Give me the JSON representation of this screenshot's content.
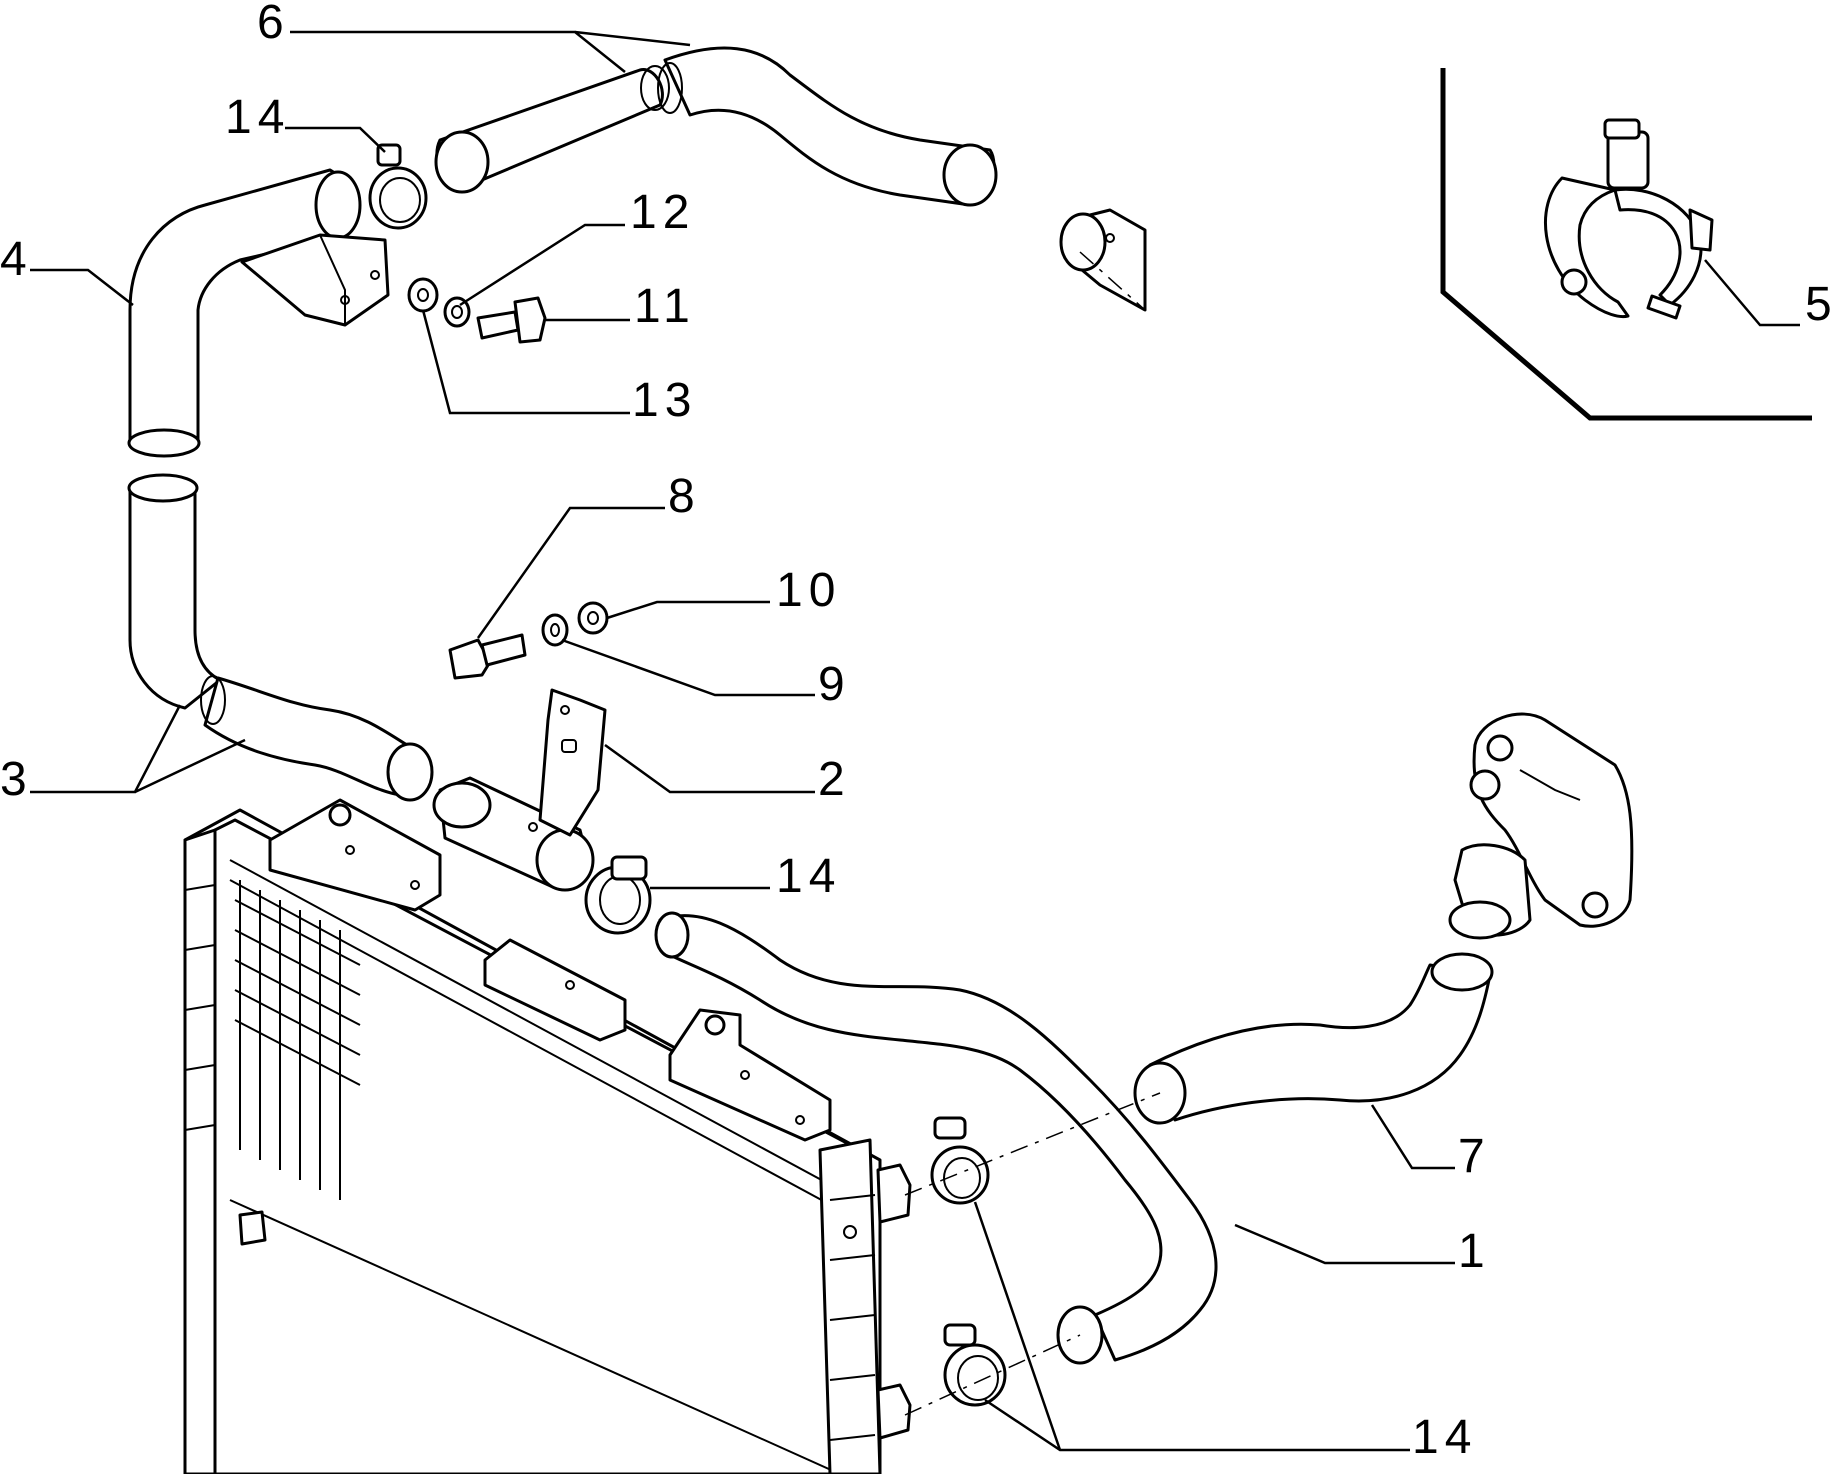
{
  "callouts": [
    {
      "key": "c1",
      "label": "1"
    },
    {
      "key": "c2",
      "label": "2"
    },
    {
      "key": "c3",
      "label": "3"
    },
    {
      "key": "c4",
      "label": "4"
    },
    {
      "key": "c5",
      "label": "5"
    },
    {
      "key": "c6",
      "label": "6"
    },
    {
      "key": "c7",
      "label": "7"
    },
    {
      "key": "c8",
      "label": "8"
    },
    {
      "key": "c9",
      "label": "9"
    },
    {
      "key": "c10",
      "label": "10"
    },
    {
      "key": "c11",
      "label": "11"
    },
    {
      "key": "c12",
      "label": "12"
    },
    {
      "key": "c13",
      "label": "13"
    },
    {
      "key": "c14a",
      "label": "14"
    },
    {
      "key": "c14b",
      "label": "14"
    },
    {
      "key": "c14c",
      "label": "14"
    }
  ],
  "colors": {
    "ink": "#000000",
    "paper": "#ffffff"
  }
}
